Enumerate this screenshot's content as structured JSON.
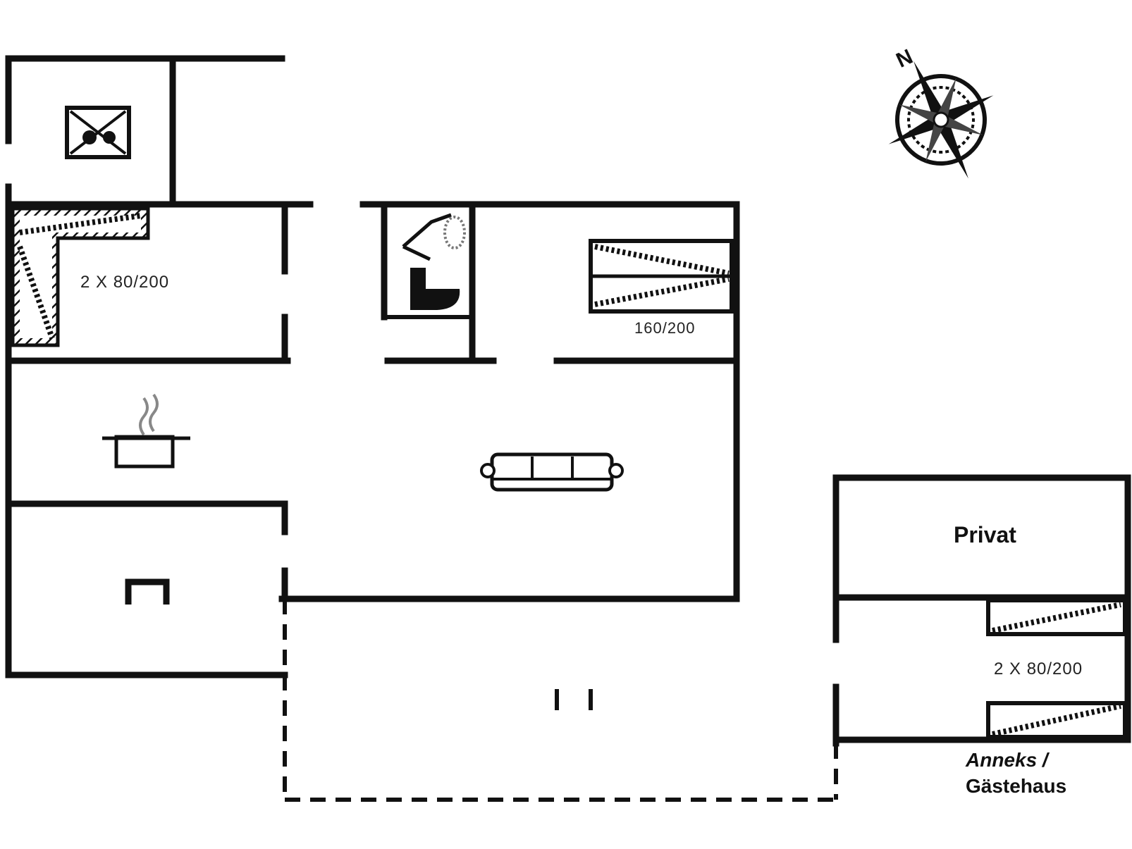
{
  "floorplan": {
    "compass": {
      "north_label": "N",
      "icon": "compass-rose-icon"
    },
    "rooms": {
      "bedroom_left": {
        "bed_size": "2 X 80/200"
      },
      "bedroom_right": {
        "bed_size": "160/200"
      },
      "annex_bedroom": {
        "bed_size": "2 X 80/200"
      },
      "private": {
        "label": "Privat"
      },
      "annex": {
        "label_line1": "Anneks /",
        "label_line2": "Gästehaus"
      }
    },
    "icons": {
      "utility": "washer-icon",
      "bathroom_shower": "shower-icon",
      "bathroom_toilet": "toilet-icon",
      "kitchen": "stove-pot-icon",
      "living": "sofa-icon",
      "dining": "table-icon",
      "terrace": "chairs-icon"
    }
  }
}
